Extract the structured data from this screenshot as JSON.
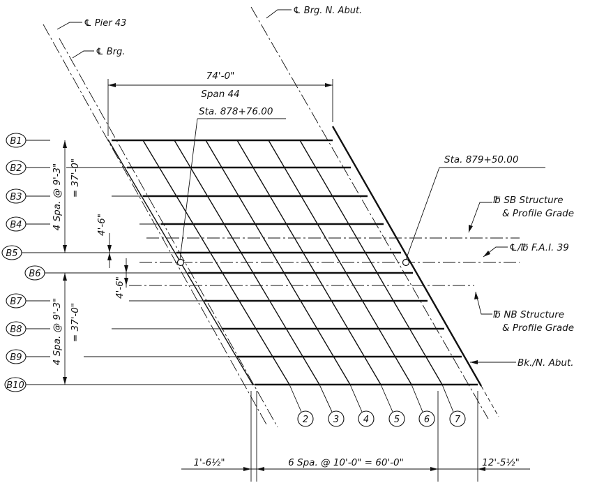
{
  "labels": {
    "pier": "℄ Pier 43",
    "brg": "℄ Brg.",
    "brg_abut": "℄ Brg. N. Abut.",
    "span_len": "74'-0\"",
    "span_name": "Span 44",
    "sta1": "Sta. 878+76.00",
    "sta2": "Sta. 879+50.00",
    "sb1": "℔ SB Structure",
    "sb2": "& Profile Grade",
    "fai": "℄/℔ F.A.I. 39",
    "nb1": "℔ NB Structure",
    "nb2": "& Profile Grade",
    "abut": "Bk./N. Abut.",
    "spa_top": "4 Spa. @ 9'-3\"",
    "spa_top2": "= 37'-0\"",
    "spa_bot": "4 Spa. @ 9'-3\"",
    "spa_bot2": "= 37'-0\"",
    "off_top": "4'-6\"",
    "off_bot": "4'-6\"",
    "dim_left": "1'-6½\"",
    "dim_mid": "6 Spa. @ 10'-0\" = 60'-0\"",
    "dim_right": "12'-5½\""
  },
  "beams": [
    "B1",
    "B2",
    "B3",
    "B4",
    "B5",
    "B6",
    "B7",
    "B8",
    "B9",
    "B10"
  ],
  "diaphragms": [
    "2",
    "3",
    "4",
    "5",
    "6",
    "7"
  ]
}
